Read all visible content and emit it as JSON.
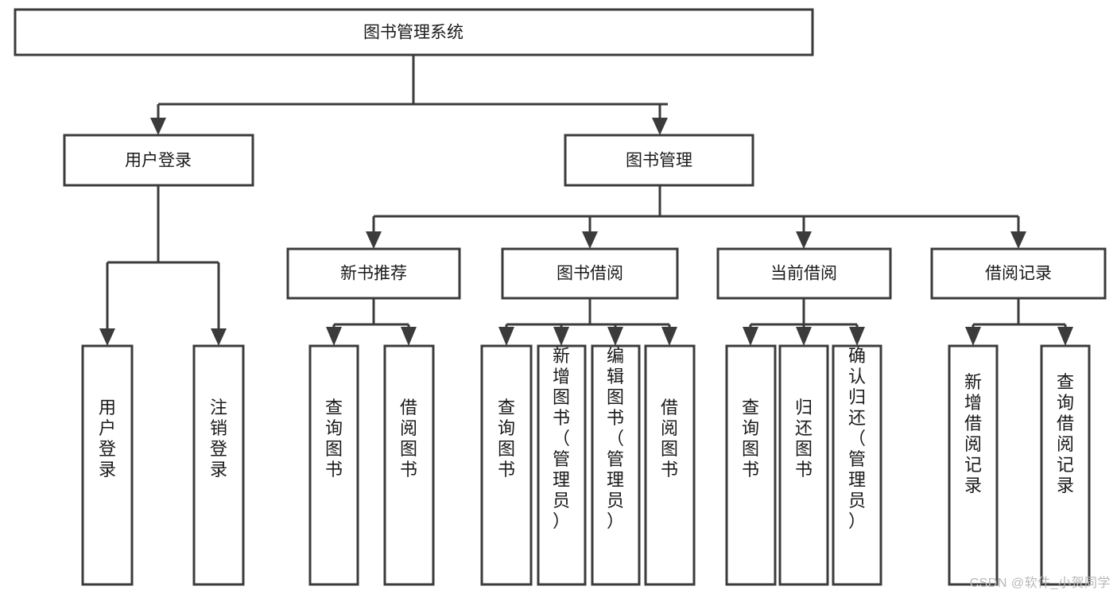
{
  "diagram": {
    "type": "tree",
    "title": "图书管理系统",
    "watermark": "CSDN @软件_小贺同学",
    "colors": {
      "box_stroke": "#3b3b3b",
      "box_fill": "#ffffff",
      "text": "#1a1a1a",
      "connector": "#3b3b3b",
      "watermark": "#b8b8b8",
      "background": "#ffffff"
    },
    "nodes": {
      "root": {
        "label": "图书管理系统",
        "level": 1,
        "orientation": "horizontal"
      },
      "l2": [
        {
          "id": "user-login",
          "label": "用户登录",
          "level": 2,
          "orientation": "horizontal"
        },
        {
          "id": "book-manage",
          "label": "图书管理",
          "level": 2,
          "orientation": "horizontal"
        }
      ],
      "l3": [
        {
          "id": "new-book-rec",
          "label": "新书推荐",
          "level": 3,
          "orientation": "horizontal",
          "parent": "book-manage"
        },
        {
          "id": "book-borrow",
          "label": "图书借阅",
          "level": 3,
          "orientation": "horizontal",
          "parent": "book-manage"
        },
        {
          "id": "current-borrow",
          "label": "当前借阅",
          "level": 3,
          "orientation": "horizontal",
          "parent": "book-manage"
        },
        {
          "id": "borrow-record",
          "label": "借阅记录",
          "level": 3,
          "orientation": "horizontal",
          "parent": "book-manage"
        }
      ],
      "leaves": [
        {
          "id": "leaf-user-login",
          "label": "用户登录",
          "parent": "user-login",
          "orientation": "vertical"
        },
        {
          "id": "leaf-user-logout",
          "label": "注销登录",
          "parent": "user-login",
          "orientation": "vertical"
        },
        {
          "id": "leaf-rec-query-book",
          "label": "查询图书",
          "parent": "new-book-rec",
          "orientation": "vertical"
        },
        {
          "id": "leaf-rec-borrow-book",
          "label": "借阅图书",
          "parent": "new-book-rec",
          "orientation": "vertical"
        },
        {
          "id": "leaf-borrow-query-book",
          "label": "查询图书",
          "parent": "book-borrow",
          "orientation": "vertical"
        },
        {
          "id": "leaf-borrow-add-book",
          "label": "新增图书（管理员）",
          "parent": "book-borrow",
          "orientation": "vertical"
        },
        {
          "id": "leaf-borrow-edit-book",
          "label": "编辑图书（管理员）",
          "parent": "book-borrow",
          "orientation": "vertical"
        },
        {
          "id": "leaf-borrow-borrow-book",
          "label": "借阅图书",
          "parent": "book-borrow",
          "orientation": "vertical"
        },
        {
          "id": "leaf-cur-query-book",
          "label": "查询图书",
          "parent": "current-borrow",
          "orientation": "vertical"
        },
        {
          "id": "leaf-cur-return-book",
          "label": "归还图书",
          "parent": "current-borrow",
          "orientation": "vertical"
        },
        {
          "id": "leaf-cur-confirm-return",
          "label": "确认归还（管理员）",
          "parent": "current-borrow",
          "orientation": "vertical"
        },
        {
          "id": "leaf-rec-add-record",
          "label": "新增借阅记录",
          "parent": "borrow-record",
          "orientation": "vertical"
        },
        {
          "id": "leaf-rec-query-record",
          "label": "查询借阅记录",
          "parent": "borrow-record",
          "orientation": "vertical"
        }
      ]
    }
  }
}
